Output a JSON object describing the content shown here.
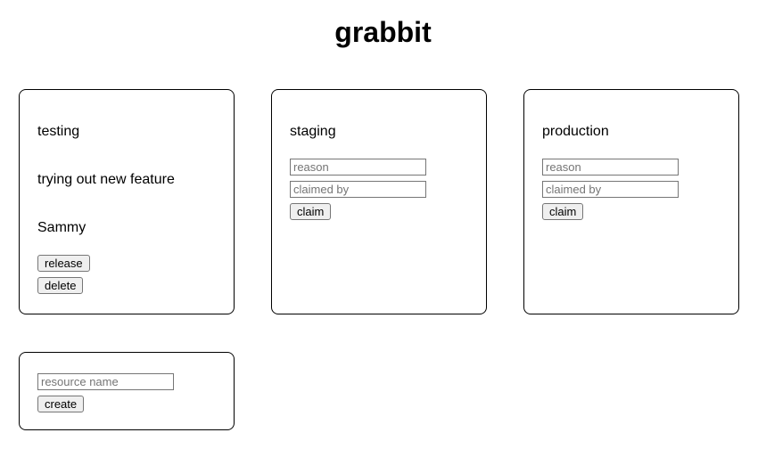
{
  "title": "grabbit",
  "colors": {
    "card_border": "#000000",
    "control_border": "#767676",
    "button_background": "#efefef",
    "placeholder_text": "#757575",
    "page_background": "#ffffff"
  },
  "resources": [
    {
      "name": "testing",
      "status": "claimed",
      "reason": "trying out new feature",
      "claimed_by": "Sammy",
      "release_label": "release",
      "delete_label": "delete"
    },
    {
      "name": "staging",
      "status": "unclaimed",
      "reason_placeholder": "reason",
      "claimed_by_placeholder": "claimed by",
      "claim_label": "claim"
    },
    {
      "name": "production",
      "status": "unclaimed",
      "reason_placeholder": "reason",
      "claimed_by_placeholder": "claimed by",
      "claim_label": "claim"
    }
  ],
  "create_card": {
    "name_placeholder": "resource name",
    "create_label": "create"
  }
}
